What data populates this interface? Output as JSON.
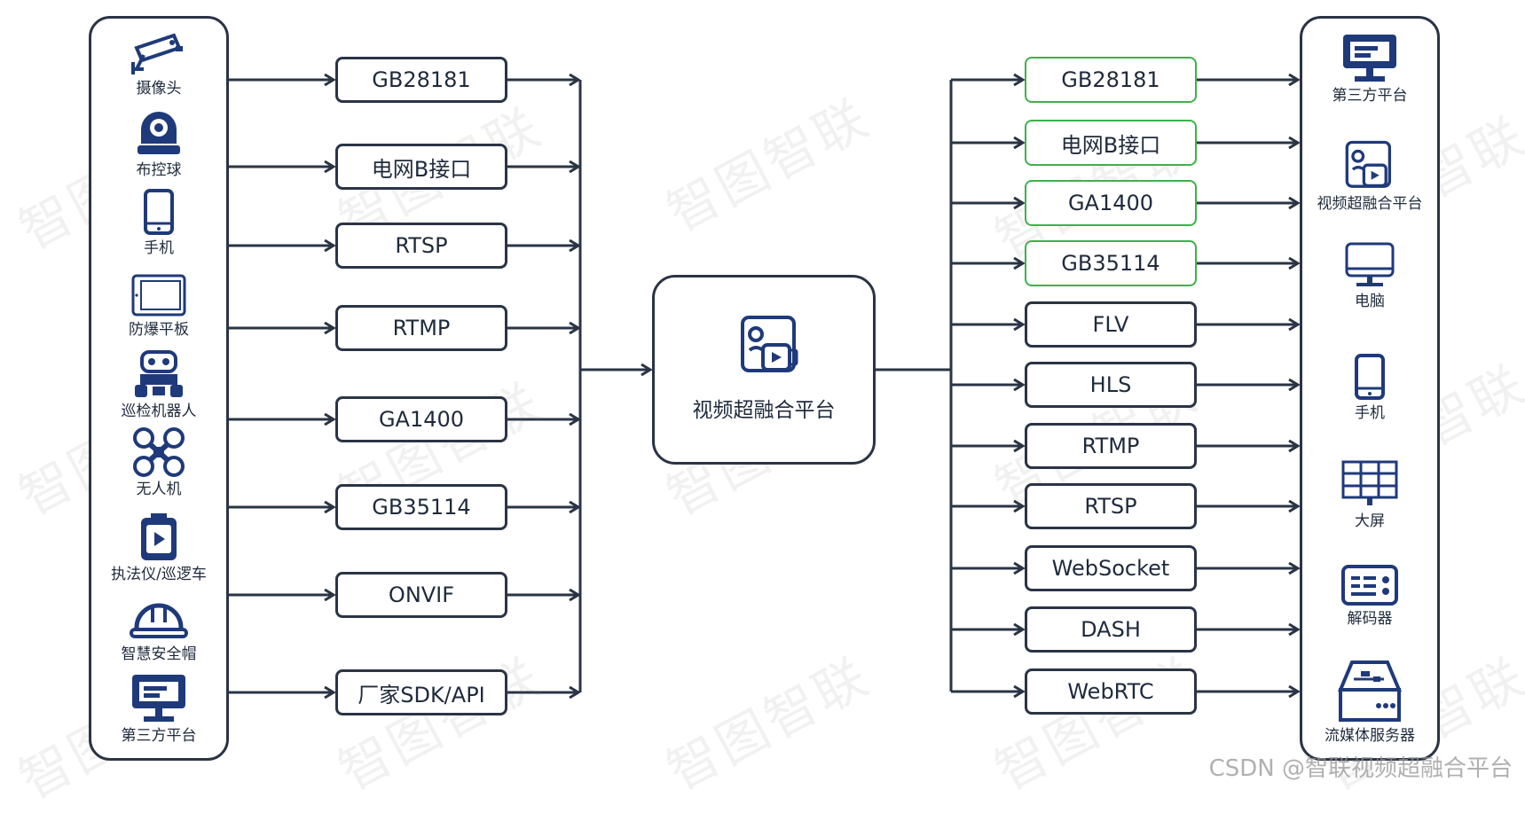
{
  "colors": {
    "line": "#2a3445",
    "icon": "#1f3a7a",
    "green": "#3fb04a"
  },
  "inputs": [
    {
      "label": "摄像头",
      "icon": "cctv-camera-icon"
    },
    {
      "label": "布控球",
      "icon": "dome-camera-icon"
    },
    {
      "label": "手机",
      "icon": "smartphone-icon"
    },
    {
      "label": "防爆平板",
      "icon": "tablet-icon"
    },
    {
      "label": "巡检机器人",
      "icon": "robot-icon"
    },
    {
      "label": "无人机",
      "icon": "drone-icon"
    },
    {
      "label": "执法仪/巡逻车",
      "icon": "body-camera-icon"
    },
    {
      "label": "智慧安全帽",
      "icon": "helmet-icon"
    },
    {
      "label": "第三方平台",
      "icon": "monitor-icon"
    }
  ],
  "input_protocols": [
    "GB28181",
    "电网B接口",
    "RTSP",
    "RTMP",
    "GA1400",
    "GB35114",
    "ONVIF",
    "厂家SDK/API"
  ],
  "center": {
    "title": "视频超融合平台",
    "icon": "video-platform-icon"
  },
  "output_protocols": [
    {
      "label": "GB28181",
      "highlight": true
    },
    {
      "label": "电网B接口",
      "highlight": true
    },
    {
      "label": "GA1400",
      "highlight": true
    },
    {
      "label": "GB35114",
      "highlight": true
    },
    {
      "label": "FLV",
      "highlight": false
    },
    {
      "label": "HLS",
      "highlight": false
    },
    {
      "label": "RTMP",
      "highlight": false
    },
    {
      "label": "RTSP",
      "highlight": false
    },
    {
      "label": "WebSocket",
      "highlight": false
    },
    {
      "label": "DASH",
      "highlight": false
    },
    {
      "label": "WebRTC",
      "highlight": false
    }
  ],
  "outputs": [
    {
      "label": "第三方平台",
      "icon": "monitor-icon"
    },
    {
      "label": "视频超融合平台",
      "icon": "video-platform-icon"
    },
    {
      "label": "电脑",
      "icon": "computer-icon"
    },
    {
      "label": "手机",
      "icon": "smartphone-icon"
    },
    {
      "label": "大屏",
      "icon": "video-wall-icon"
    },
    {
      "label": "解码器",
      "icon": "decoder-icon"
    },
    {
      "label": "流媒体服务器",
      "icon": "server-icon"
    }
  ],
  "watermark": "智图智联",
  "credit": "CSDN @智联视频超融合平台"
}
